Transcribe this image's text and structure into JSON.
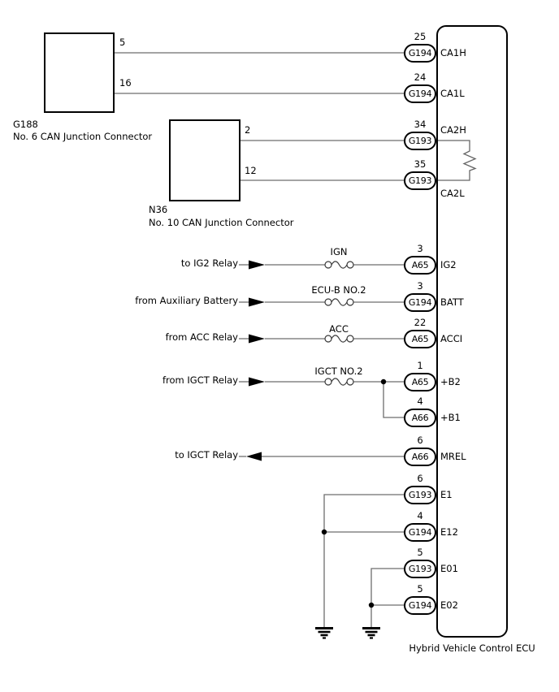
{
  "ecu": {
    "caption": "Hybrid Vehicle Control ECU",
    "pins": {
      "ca1h": {
        "num": "25",
        "conn": "G194",
        "name": "CA1H"
      },
      "ca1l": {
        "num": "24",
        "conn": "G194",
        "name": "CA1L"
      },
      "ca2h": {
        "num": "34",
        "conn": "G193",
        "name": "CA2H"
      },
      "ca2l": {
        "num": "35",
        "conn": "G193",
        "name": "CA2L"
      },
      "ig2": {
        "num": "3",
        "conn": "A65",
        "name": "IG2"
      },
      "batt": {
        "num": "3",
        "conn": "G194",
        "name": "BATT"
      },
      "acci": {
        "num": "22",
        "conn": "A65",
        "name": "ACCI"
      },
      "b2": {
        "num": "1",
        "conn": "A65",
        "name": "+B2"
      },
      "b1": {
        "num": "4",
        "conn": "A66",
        "name": "+B1"
      },
      "mrel": {
        "num": "6",
        "conn": "A66",
        "name": "MREL"
      },
      "e1": {
        "num": "6",
        "conn": "G193",
        "name": "E1"
      },
      "e12": {
        "num": "4",
        "conn": "G194",
        "name": "E12"
      },
      "e01": {
        "num": "5",
        "conn": "G193",
        "name": "E01"
      },
      "e02": {
        "num": "5",
        "conn": "G194",
        "name": "E02"
      }
    }
  },
  "connectors": {
    "g188": {
      "id": "G188",
      "desc": "No. 6 CAN Junction Connector",
      "pin1": "5",
      "pin2": "16"
    },
    "n36": {
      "id": "N36",
      "desc": "No. 10 CAN Junction Connector",
      "pin1": "2",
      "pin2": "12"
    }
  },
  "fuses": {
    "ig2": {
      "label": "IGN"
    },
    "batt": {
      "label": "ECU-B NO.2"
    },
    "acci": {
      "label": "ACC"
    },
    "b2": {
      "label": "IGCT NO.2"
    }
  },
  "external": {
    "ig2": {
      "label": "to IG2 Relay"
    },
    "batt": {
      "label": "from Auxiliary Battery"
    },
    "acci": {
      "label": "from ACC Relay"
    },
    "b2": {
      "label": "from IGCT Relay"
    },
    "mrel": {
      "label": "to IGCT Relay"
    }
  },
  "colors": {
    "ink": "#000000",
    "wire": "#6e6e6e",
    "background": "#ffffff"
  }
}
